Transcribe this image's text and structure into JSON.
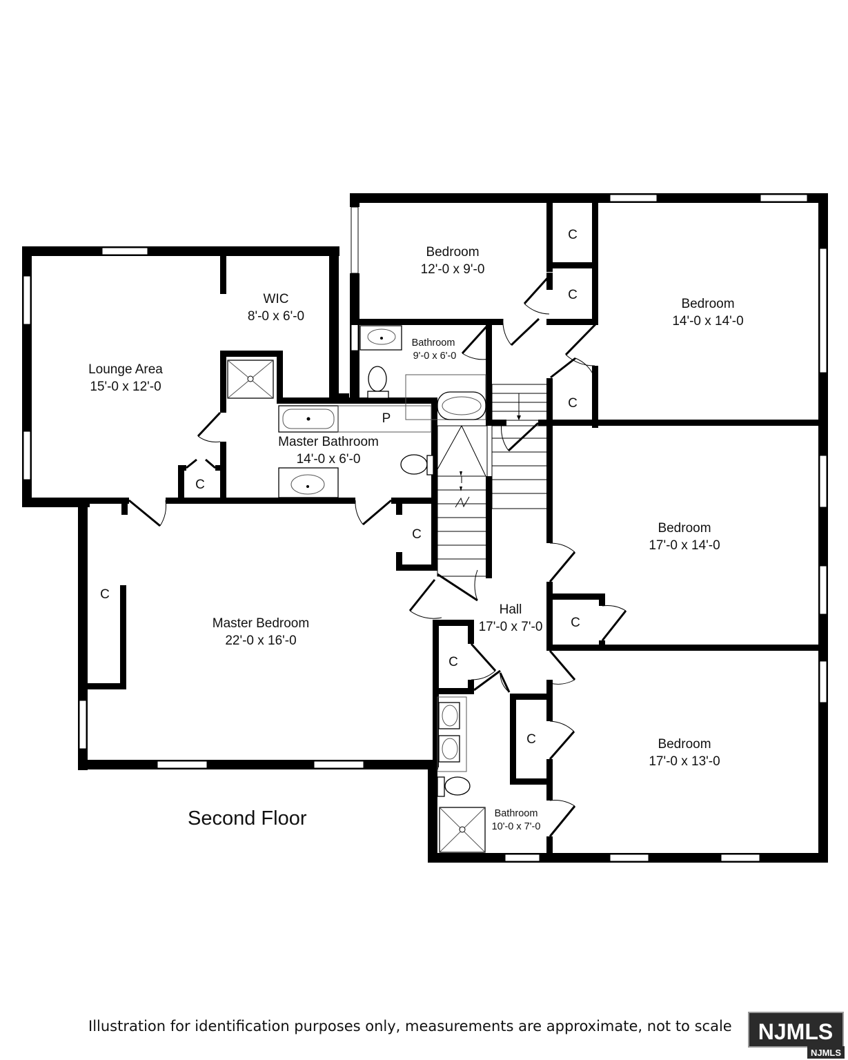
{
  "floor_title": "Second Floor",
  "disclaimer": "Illustration for identification purposes only, measurements are approximate, not to scale",
  "logo": {
    "large": "NJMLS",
    "small": "NJMLS"
  },
  "rooms": {
    "lounge": {
      "name": "Lounge Area",
      "size": "15'-0 x 12'-0"
    },
    "wic": {
      "name": "WIC",
      "size": "8'-0 x 6'-0"
    },
    "bedroom_top": {
      "name": "Bedroom",
      "size": "12'-0 x 9'-0"
    },
    "bedroom_ne": {
      "name": "Bedroom",
      "size": "14'-0 x 14'-0"
    },
    "bathroom_upper": {
      "name": "Bathroom",
      "size": "9'-0 x 6'-0"
    },
    "master_bath": {
      "name": "Master Bathroom",
      "size": "14'-0 x 6'-0"
    },
    "bedroom_east": {
      "name": "Bedroom",
      "size": "17'-0 x 14'-0"
    },
    "master_bed": {
      "name": "Master Bedroom",
      "size": "22'-0 x 16'-0"
    },
    "hall": {
      "name": "Hall",
      "size": "17'-0 x 7'-0"
    },
    "bedroom_se": {
      "name": "Bedroom",
      "size": "17'-0 x 13'-0"
    },
    "bathroom_lower": {
      "name": "Bathroom",
      "size": "10'-0 x 7'-0"
    }
  },
  "closet_label": "C",
  "pantry_label": "P"
}
